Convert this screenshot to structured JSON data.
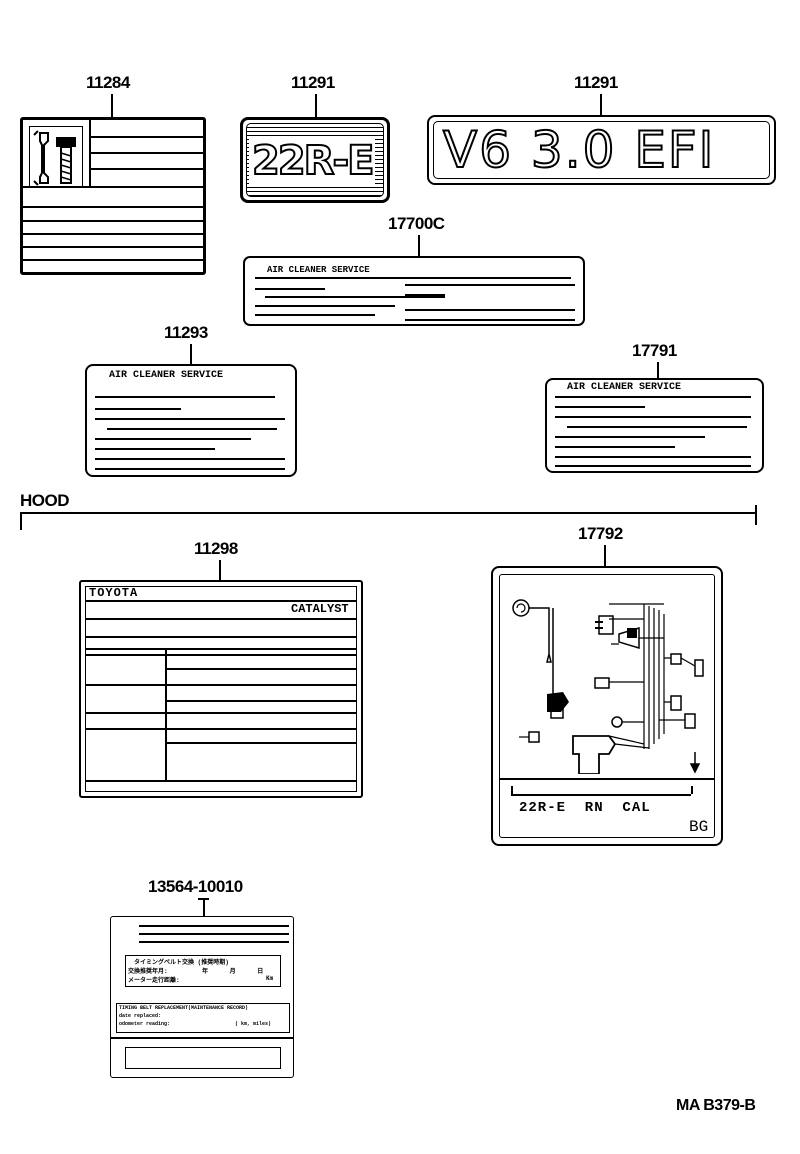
{
  "parts": {
    "p11284": "11284",
    "p11291a": "11291",
    "p11291b": "11291",
    "p17700c": "17700C",
    "p11293": "11293",
    "p17791": "17791",
    "p11298": "11298",
    "p17792": "17792",
    "p13564": "13564-10010"
  },
  "labels": {
    "engine_22re": "22R-E",
    "v6_badge": "V6 3.0 EFI",
    "air_cleaner_17700c": "AIR CLEANER SERVICE",
    "air_cleaner_11293": "AIR  CLEANER  SERVICE",
    "air_cleaner_17791": "AIR  CLEANER  SERVICE",
    "toyota": "TOYOTA",
    "catalyst": "CATALYST",
    "vac_code": "22R-E  RN  CAL",
    "vac_bg": "BG",
    "timing_jp": "タイミングベルト交換  (推奨時期)",
    "timing_jp_row1": "交換推奨年月:",
    "timing_jp_row1_vals": "年      月      日",
    "timing_jp_row2": "メーター走行距離:",
    "timing_jp_row2_unit": "Km",
    "timing_en_title": "TIMING BELT REPLACEMENT(MAINTENANCE RECORD)",
    "timing_en_date": "date replaced:",
    "timing_en_odo": "odometer reading:",
    "timing_en_unit": "( km, miles)"
  },
  "sections": {
    "hood": "HOOD"
  },
  "footer": {
    "ref": "MA B379-B"
  }
}
